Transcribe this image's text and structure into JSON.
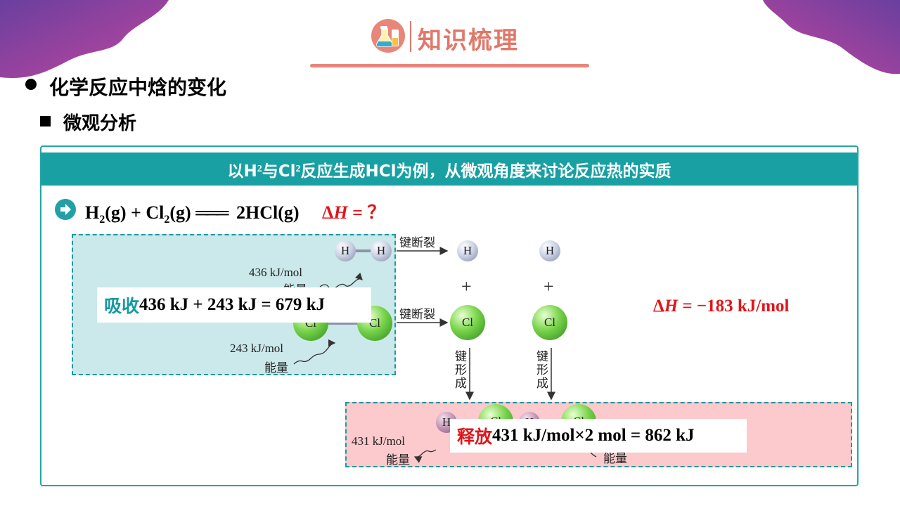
{
  "colors": {
    "accent": "#18a0a3",
    "header": "#e1786a",
    "red": "#e0161b",
    "purple": "#8f3fa6"
  },
  "header": {
    "title": "知识梳理",
    "icon": "science-flask-icon"
  },
  "section": {
    "bullet_title": "化学反应中焓的变化",
    "sub_title": "微观分析"
  },
  "banner": {
    "pre": "以H",
    "sub1": "2",
    "mid1": "与Cl",
    "sub2": "2",
    "post": "反应生成HCl为例，从微观角度来讨论反应热的实质"
  },
  "equation": {
    "left_a": "H",
    "sub_a": "2",
    "state_a": "(g) + Cl",
    "sub_b": "2",
    "state_b": "(g)",
    "arrow": "═══",
    "right": "2HCl(g)",
    "dh_symbol": "Δ",
    "dh_var": "H",
    "dh_value": " = ？"
  },
  "diagram": {
    "atom_h": "H",
    "atom_cl": "Cl",
    "bond_break_label": "键断裂",
    "bond_form_label": "键形成",
    "energy_label": "能量",
    "energy_h2": "436 kJ/mol",
    "energy_cl2": "243 kJ/mol",
    "energy_hcl": "431 kJ/mol",
    "plus": "+"
  },
  "absorb": {
    "label": "吸收",
    "value": "436 kJ + 243 kJ = 679 kJ"
  },
  "release": {
    "label": "释放",
    "value": "431 kJ/mol×2  mol = 862 kJ"
  },
  "result": {
    "dh_symbol": "Δ",
    "dh_var": "H",
    "value": " = −183 kJ/mol"
  }
}
